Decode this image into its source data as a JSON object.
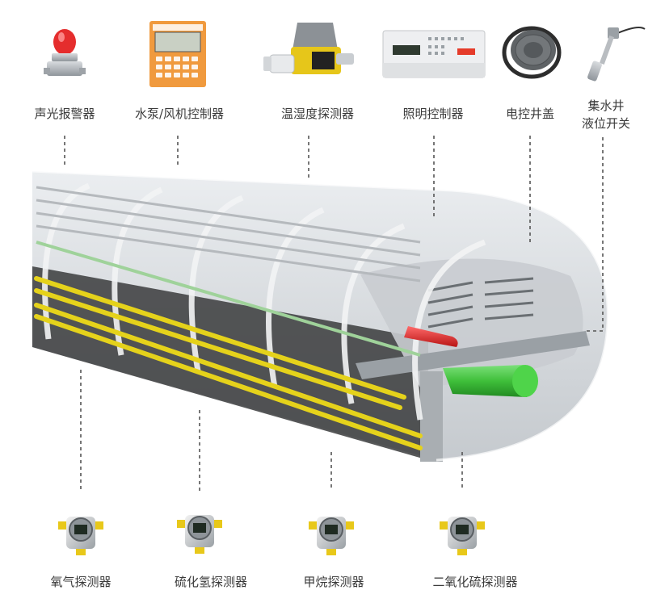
{
  "top_devices": [
    {
      "id": "alarm",
      "label": "声光报警器"
    },
    {
      "id": "pump",
      "label": "水泵/风机控制器"
    },
    {
      "id": "humidity",
      "label": "温湿度探测器"
    },
    {
      "id": "lighting",
      "label": "照明控制器"
    },
    {
      "id": "manhole",
      "label": "电控井盖"
    },
    {
      "id": "level",
      "label_lines": [
        "集水井",
        "液位开关"
      ]
    }
  ],
  "bottom_devices": [
    {
      "id": "o2",
      "label": "氧气探测器"
    },
    {
      "id": "h2s",
      "label": "硫化氢探测器"
    },
    {
      "id": "ch4",
      "label": "甲烷探测器"
    },
    {
      "id": "so2",
      "label": "二氧化硫探测器"
    }
  ],
  "colors": {
    "pipe_red": "#e02424",
    "pipe_green": "#3fbf3a",
    "cable_yellow": "#e5d21b",
    "alarm_red": "#e52d2d",
    "panel_orange": "#f09a3e",
    "gas_yellow": "#e8c81a",
    "line": "#555555"
  }
}
